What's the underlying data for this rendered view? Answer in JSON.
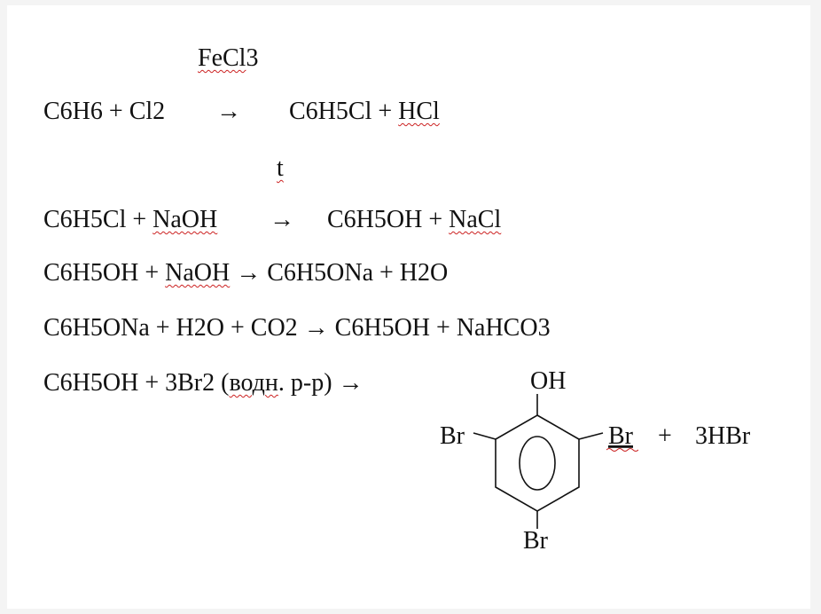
{
  "reactions": [
    {
      "catalyst": "FeCl3",
      "catalyst_underline": "FeCl",
      "catalyst_rest": "3",
      "reactants": "C6H6 + Cl2",
      "arrow": "→",
      "products_a": "C6H5Cl + ",
      "products_b": "HCl"
    },
    {
      "condition": "t",
      "reactants_a": "C6H5Cl + ",
      "reactants_b": "NaOH",
      "arrow": "→",
      "products_a": "C6H5OH + ",
      "products_b": "NaCl"
    },
    {
      "part_a": "C6H5OH + ",
      "part_b": "NaOH",
      "part_c": " → C6H5ONa + H2O"
    },
    {
      "text": "C6H5ONa + H2O + CO2 → C6H5OH + NaHCO3"
    },
    {
      "part_a": "C6H5OH + 3Br2 (",
      "part_b": "водн",
      "part_c": ". р-р) →"
    }
  ],
  "structure": {
    "top_group": "OH",
    "left_group": "Br",
    "right_group": "Br",
    "bottom_group": "Br",
    "plus": "+",
    "byproduct": "3HBr"
  },
  "colors": {
    "text": "#111111",
    "spellcheck_underline": "#cc2222",
    "background": "#ffffff"
  }
}
